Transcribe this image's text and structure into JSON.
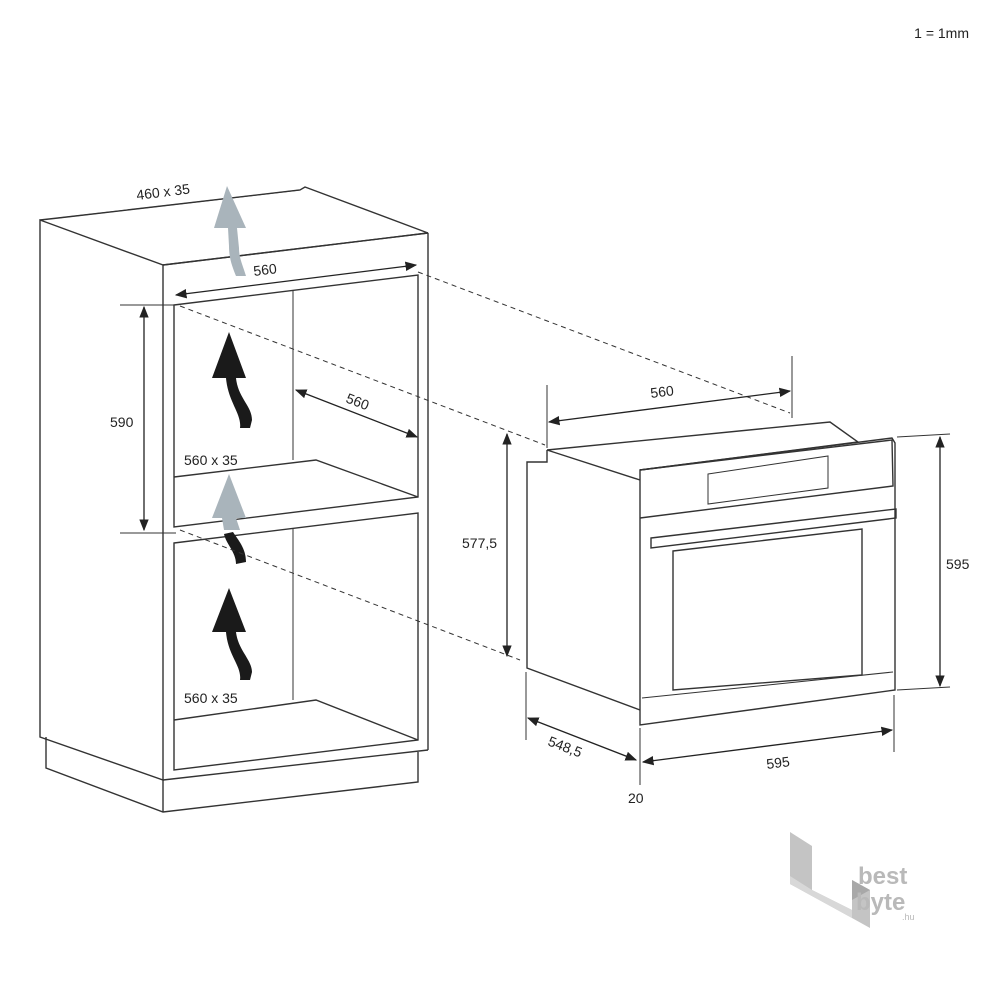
{
  "scale_note": "1 = 1mm",
  "cabinet": {
    "top_vent": "460 x 35",
    "width_top": "560",
    "niche_height": "590",
    "niche_depth": "560",
    "shelf_vent_upper": "560 x 35",
    "shelf_vent_lower": "560 x 35"
  },
  "oven": {
    "top_width": "560",
    "body_height": "577,5",
    "front_height": "595",
    "depth": "548,5",
    "front_width": "595",
    "door_thickness": "20"
  },
  "watermark": {
    "line1": "best",
    "line2": "byte",
    "suffix": ".hu"
  },
  "colors": {
    "line": "#333333",
    "arrow_dark": "#1a1a1a",
    "arrow_light": "#a9b4bb",
    "logo_gray": "#b9b9b9"
  }
}
